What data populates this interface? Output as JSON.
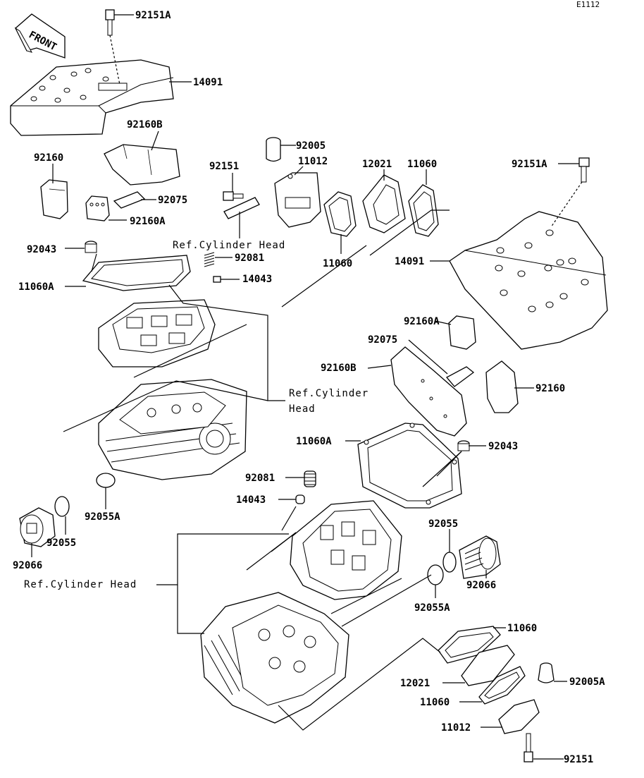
{
  "figure_code": "E1112",
  "front_label": "FRONT",
  "refs": {
    "cyl_head_1": "Ref.Cylinder Head",
    "cyl_head_2a": "Ref.Cylinder",
    "cyl_head_2b": "Head",
    "cyl_head_3": "Ref.Cylinder Head"
  },
  "labels": [
    {
      "id": "l01",
      "text": "92151A"
    },
    {
      "id": "l02",
      "text": "14091"
    },
    {
      "id": "l03",
      "text": "92160B"
    },
    {
      "id": "l04",
      "text": "92160"
    },
    {
      "id": "l05",
      "text": "92075"
    },
    {
      "id": "l06",
      "text": "92160A"
    },
    {
      "id": "l07",
      "text": "92151"
    },
    {
      "id": "l08",
      "text": "92005"
    },
    {
      "id": "l09",
      "text": "11012"
    },
    {
      "id": "l10",
      "text": "12021"
    },
    {
      "id": "l11",
      "text": "11060"
    },
    {
      "id": "l12",
      "text": "92151A"
    },
    {
      "id": "l13",
      "text": "92043"
    },
    {
      "id": "l14",
      "text": "92081"
    },
    {
      "id": "l15",
      "text": "11060A"
    },
    {
      "id": "l16",
      "text": "14043"
    },
    {
      "id": "l17",
      "text": "11060"
    },
    {
      "id": "l18",
      "text": "14091"
    },
    {
      "id": "l19",
      "text": "92160A"
    },
    {
      "id": "l20",
      "text": "92075"
    },
    {
      "id": "l21",
      "text": "92160B"
    },
    {
      "id": "l22",
      "text": "92160"
    },
    {
      "id": "l23",
      "text": "11060A"
    },
    {
      "id": "l24",
      "text": "92043"
    },
    {
      "id": "l25",
      "text": "92081"
    },
    {
      "id": "l26",
      "text": "14043"
    },
    {
      "id": "l27",
      "text": "92055A"
    },
    {
      "id": "l28",
      "text": "92055"
    },
    {
      "id": "l29",
      "text": "92066"
    },
    {
      "id": "l30",
      "text": "92055"
    },
    {
      "id": "l31",
      "text": "92066"
    },
    {
      "id": "l32",
      "text": "92055A"
    },
    {
      "id": "l33",
      "text": "11060"
    },
    {
      "id": "l34",
      "text": "12021"
    },
    {
      "id": "l35",
      "text": "92005A"
    },
    {
      "id": "l36",
      "text": "11060"
    },
    {
      "id": "l37",
      "text": "11012"
    },
    {
      "id": "l38",
      "text": "92151"
    }
  ]
}
